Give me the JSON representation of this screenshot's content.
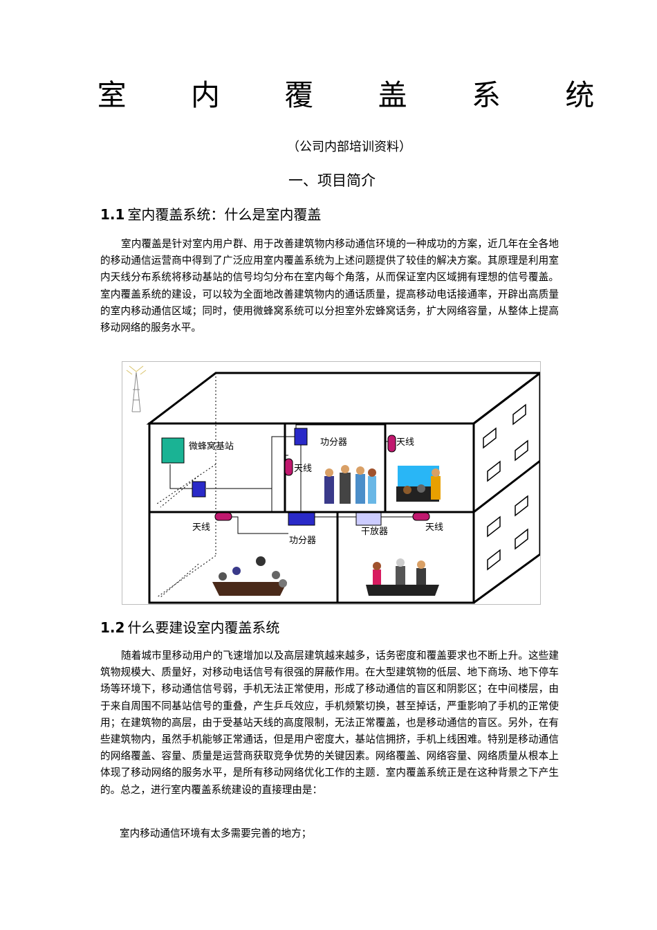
{
  "title": "室 内 覆 盖 系 统",
  "subtitle": "（公司内部培训资料）",
  "chapter_heading": "一、项目简介",
  "section1": {
    "number": "1.1",
    "title": "室内覆盖系统：什么是室内覆盖"
  },
  "para1": "室内覆盖是针对室内用户群、用于改善建筑物内移动通信环境的一种成功的方案，近几年在全各地的移动通信运营商中得到了广泛应用室内覆盖系统为上述问题提供了较佳的解决方案。其原理是利用室内天线分布系统将移动基站的信号均匀分布在室内每个角落，从而保证室内区域拥有理想的信号覆盖。室内覆盖系统的建设，可以较为全面地改善建筑物内的通话质量，提高移动电话接通率，开辟出高质量的室内移动通信区域；同时，使用微蜂窝系统可以分担室外宏蜂窝话务，扩大网络容量，从整体上提高移动网络的服务水平。",
  "diagram": {
    "micro_cell": "微蜂窝基站",
    "splitter_top": "功分器",
    "antenna_top_right": "天线",
    "antenna_mid": "天线",
    "antenna_lower_left": "天线",
    "splitter_lower": "功分器",
    "repeater": "干放器",
    "antenna_lower_right": "天线"
  },
  "section2": {
    "number": "1.2",
    "title": "什么要建设室内覆盖系统"
  },
  "para2": "随着城市里移动用户的飞速增加以及高层建筑越来越多，话务密度和覆盖要求也不断上升。这些建筑物规模大、质量好，对移动电话信号有很强的屏蔽作用。在大型建筑物的低层、地下商场、地下停车场等环境下，移动通信信号弱，手机无法正常使用，形成了移动通信的盲区和阴影区；在中间楼层，由于来自周围不同基站信号的重叠，产生乒乓效应，手机频繁切换，甚至掉话，严重影响了手机的正常使用；在建筑物的高层，由于受基站天线的高度限制，无法正常覆盖，也是移动通信的盲区。另外，在有些建筑物内，虽然手机能够正常通话，但是用户密度大，基站信拥挤，手机上线困难。特别是移动通信的网络覆盖、容量、质量是运营商获取竞争优势的关键因素。网络覆盖、网络容量、网络质量从根本上体现了移动网络的服务水平，是所有移动网络优化工作的主题．室内覆盖系统正是在这种背景之下产生的。总之，进行室内覆盖系统建设的直接理由是：",
  "last_line": "室内移动通信环境有太多需要完善的地方；"
}
